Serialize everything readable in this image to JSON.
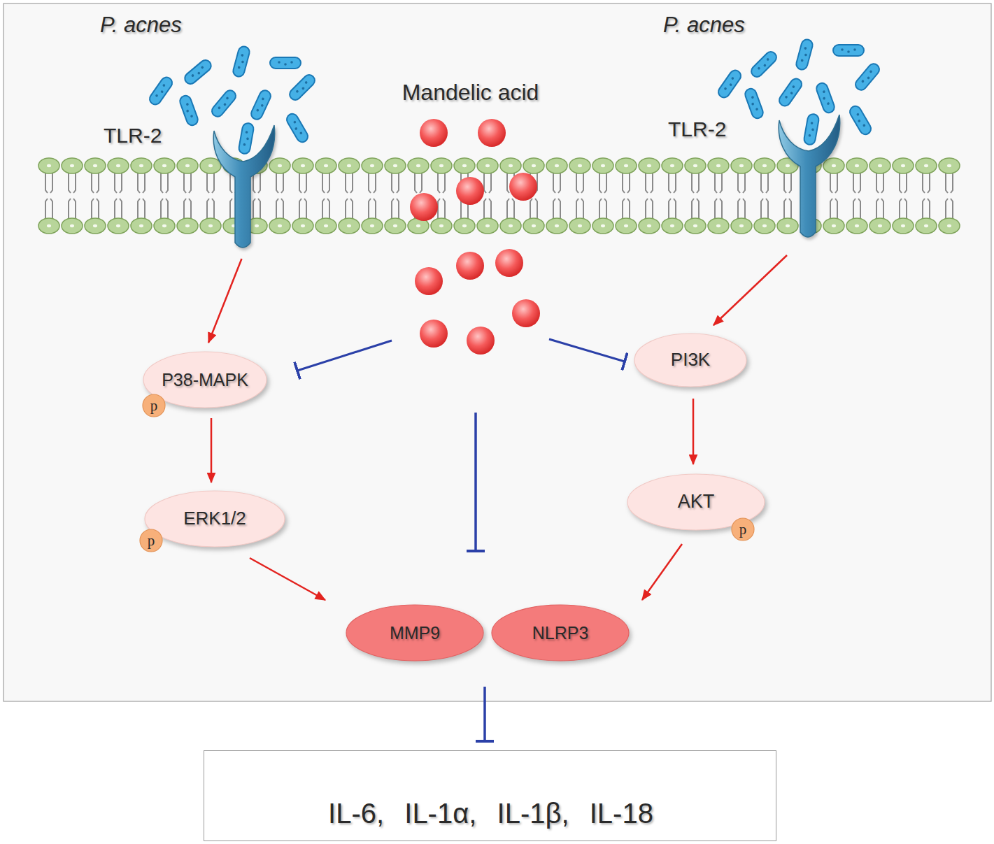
{
  "diagram": {
    "nodes": [
      {
        "text": [
          "TLR-2"
        ]
      },
      {
        "text": [
          "Mandelic acid"
        ]
      },
      {
        "text": [
          "TLR-2"
        ]
      },
      {
        "text": [
          "P38-MAPK"
        ]
      },
      {
        "text": [
          "p"
        ],
        "in": 3
      },
      {
        "text": [
          "PI3K"
        ]
      },
      {
        "text": [
          "ERK1/2"
        ]
      },
      {
        "text": [
          "p"
        ],
        "in": 6
      },
      {
        "text": [
          "AKT"
        ]
      },
      {
        "text": [
          "p"
        ],
        "in": 8
      },
      {
        "text": [
          "MMP9"
        ]
      },
      {
        "text": [
          "NLRP3"
        ]
      },
      {
        "text": [
          "IL-6, IL-1α, IL-1β, IL-18"
        ]
      }
    ],
    "edges": [
      {
        "from": 0,
        "to": 3,
        "arrow": "to"
      },
      {
        "from": 2,
        "to": 5,
        "arrow": "to"
      },
      {
        "from": 3,
        "to": 6,
        "arrow": "to"
      },
      {
        "from": 5,
        "to": 8,
        "arrow": "to"
      },
      {
        "from": 6,
        "to": 10,
        "arrow": "to"
      },
      {
        "from": 8,
        "to": 11,
        "arrow": "to"
      },
      {
        "from": 1,
        "to": 3,
        "arrow": "to"
      },
      {
        "from": 1,
        "to": 5,
        "arrow": "to"
      },
      {
        "from": 1,
        "to": 10,
        "arrow": "to"
      },
      {
        "from": 1,
        "to": 11,
        "arrow": "to"
      },
      {
        "from": 10,
        "to": 12,
        "arrow": "to"
      },
      {
        "from": 11,
        "to": 12,
        "arrow": "to"
      }
    ],
    "labels": [
      "P. acnes",
      "P. acnes"
    ]
  }
}
